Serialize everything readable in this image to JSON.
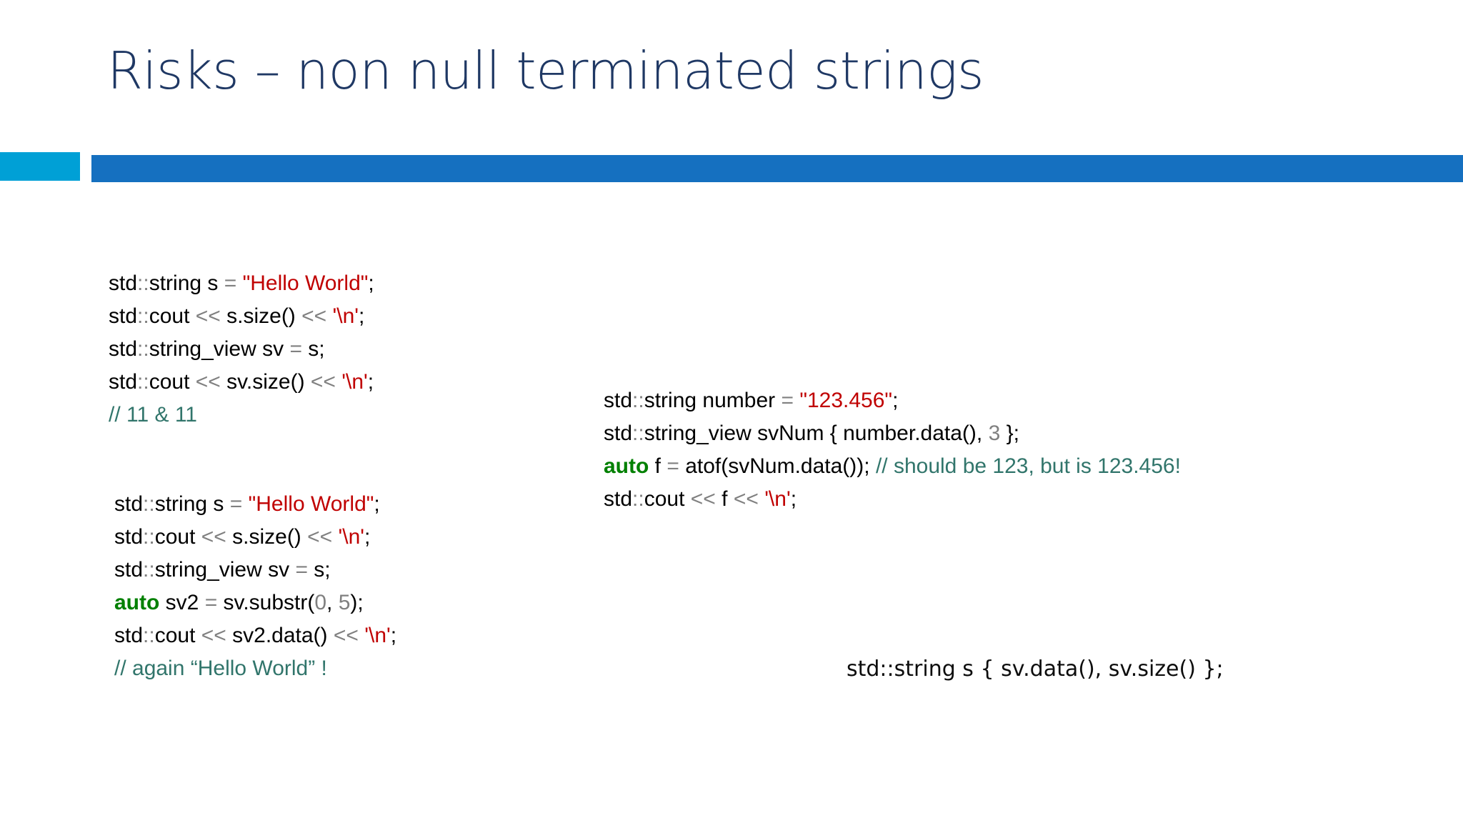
{
  "slide": {
    "title": "Risks – non null terminated strings",
    "title_color": "#1F3864",
    "accent": {
      "cyan_color": "#00A0D6",
      "blue_color": "#1570C0"
    },
    "palette": {
      "plain": "#000000",
      "operator": "#808080",
      "string": "#C00000",
      "number": "#808080",
      "keyword": "#008000",
      "comment": "#31756B"
    }
  },
  "code_left_1": {
    "lines": [
      {
        "tokens": [
          {
            "t": "std",
            "c": "plain"
          },
          {
            "t": "::",
            "c": "operator"
          },
          {
            "t": "string s ",
            "c": "plain"
          },
          {
            "t": "=",
            "c": "operator"
          },
          {
            "t": " ",
            "c": "plain"
          },
          {
            "t": "\"Hello World\"",
            "c": "string"
          },
          {
            "t": ";",
            "c": "plain"
          }
        ]
      },
      {
        "tokens": [
          {
            "t": "std",
            "c": "plain"
          },
          {
            "t": "::",
            "c": "operator"
          },
          {
            "t": "cout ",
            "c": "plain"
          },
          {
            "t": "<<",
            "c": "operator"
          },
          {
            "t": " s.size() ",
            "c": "plain"
          },
          {
            "t": "<<",
            "c": "operator"
          },
          {
            "t": " ",
            "c": "plain"
          },
          {
            "t": "'\\n'",
            "c": "string"
          },
          {
            "t": ";",
            "c": "plain"
          }
        ]
      },
      {
        "tokens": [
          {
            "t": "std",
            "c": "plain"
          },
          {
            "t": "::",
            "c": "operator"
          },
          {
            "t": "string_view sv ",
            "c": "plain"
          },
          {
            "t": "=",
            "c": "operator"
          },
          {
            "t": " s;",
            "c": "plain"
          }
        ]
      },
      {
        "tokens": [
          {
            "t": "std",
            "c": "plain"
          },
          {
            "t": "::",
            "c": "operator"
          },
          {
            "t": "cout ",
            "c": "plain"
          },
          {
            "t": "<<",
            "c": "operator"
          },
          {
            "t": " sv.size() ",
            "c": "plain"
          },
          {
            "t": "<<",
            "c": "operator"
          },
          {
            "t": " ",
            "c": "plain"
          },
          {
            "t": "'\\n'",
            "c": "string"
          },
          {
            "t": ";",
            "c": "plain"
          }
        ]
      },
      {
        "tokens": [
          {
            "t": "// 11 & 11",
            "c": "comment"
          }
        ]
      }
    ]
  },
  "code_left_2": {
    "lines": [
      {
        "tokens": [
          {
            "t": "std",
            "c": "plain"
          },
          {
            "t": "::",
            "c": "operator"
          },
          {
            "t": "string s ",
            "c": "plain"
          },
          {
            "t": "=",
            "c": "operator"
          },
          {
            "t": " ",
            "c": "plain"
          },
          {
            "t": "\"Hello World\"",
            "c": "string"
          },
          {
            "t": ";",
            "c": "plain"
          }
        ]
      },
      {
        "tokens": [
          {
            "t": "std",
            "c": "plain"
          },
          {
            "t": "::",
            "c": "operator"
          },
          {
            "t": "cout ",
            "c": "plain"
          },
          {
            "t": "<<",
            "c": "operator"
          },
          {
            "t": " s.size() ",
            "c": "plain"
          },
          {
            "t": "<<",
            "c": "operator"
          },
          {
            "t": " ",
            "c": "plain"
          },
          {
            "t": "'\\n'",
            "c": "string"
          },
          {
            "t": ";",
            "c": "plain"
          }
        ]
      },
      {
        "tokens": [
          {
            "t": "std",
            "c": "plain"
          },
          {
            "t": "::",
            "c": "operator"
          },
          {
            "t": "string_view sv ",
            "c": "plain"
          },
          {
            "t": "=",
            "c": "operator"
          },
          {
            "t": " s;",
            "c": "plain"
          }
        ]
      },
      {
        "tokens": [
          {
            "t": "auto",
            "c": "keyword"
          },
          {
            "t": " sv2 ",
            "c": "plain"
          },
          {
            "t": "=",
            "c": "operator"
          },
          {
            "t": " sv.substr(",
            "c": "plain"
          },
          {
            "t": "0",
            "c": "number"
          },
          {
            "t": ", ",
            "c": "plain"
          },
          {
            "t": "5",
            "c": "number"
          },
          {
            "t": ");",
            "c": "plain"
          }
        ]
      },
      {
        "tokens": [
          {
            "t": "std",
            "c": "plain"
          },
          {
            "t": "::",
            "c": "operator"
          },
          {
            "t": "cout ",
            "c": "plain"
          },
          {
            "t": "<<",
            "c": "operator"
          },
          {
            "t": " sv2.data() ",
            "c": "plain"
          },
          {
            "t": "<<",
            "c": "operator"
          },
          {
            "t": " ",
            "c": "plain"
          },
          {
            "t": "'\\n'",
            "c": "string"
          },
          {
            "t": ";",
            "c": "plain"
          }
        ]
      },
      {
        "tokens": [
          {
            "t": "// again “Hello World” !",
            "c": "comment"
          }
        ]
      }
    ]
  },
  "code_right": {
    "lines": [
      {
        "tokens": [
          {
            "t": "std",
            "c": "plain"
          },
          {
            "t": "::",
            "c": "operator"
          },
          {
            "t": "string number ",
            "c": "plain"
          },
          {
            "t": "=",
            "c": "operator"
          },
          {
            "t": " ",
            "c": "plain"
          },
          {
            "t": "\"123.456\"",
            "c": "string"
          },
          {
            "t": ";",
            "c": "plain"
          }
        ]
      },
      {
        "tokens": [
          {
            "t": "std",
            "c": "plain"
          },
          {
            "t": "::",
            "c": "operator"
          },
          {
            "t": "string_view svNum { number.data(), ",
            "c": "plain"
          },
          {
            "t": "3",
            "c": "number"
          },
          {
            "t": " };",
            "c": "plain"
          }
        ]
      },
      {
        "tokens": [
          {
            "t": "auto",
            "c": "keyword"
          },
          {
            "t": " f ",
            "c": "plain"
          },
          {
            "t": "=",
            "c": "operator"
          },
          {
            "t": " atof(svNum.data()); ",
            "c": "plain"
          },
          {
            "t": "// should be 123, but is 123.456!",
            "c": "comment"
          }
        ]
      },
      {
        "tokens": [
          {
            "t": "std",
            "c": "plain"
          },
          {
            "t": "::",
            "c": "operator"
          },
          {
            "t": "cout ",
            "c": "plain"
          },
          {
            "t": "<<",
            "c": "operator"
          },
          {
            "t": " f ",
            "c": "plain"
          },
          {
            "t": "<<",
            "c": "operator"
          },
          {
            "t": " ",
            "c": "plain"
          },
          {
            "t": "'\\n'",
            "c": "string"
          },
          {
            "t": ";",
            "c": "plain"
          }
        ]
      }
    ]
  },
  "bottom_note": {
    "text": "std::string s { sv.data(), sv.size() };"
  }
}
